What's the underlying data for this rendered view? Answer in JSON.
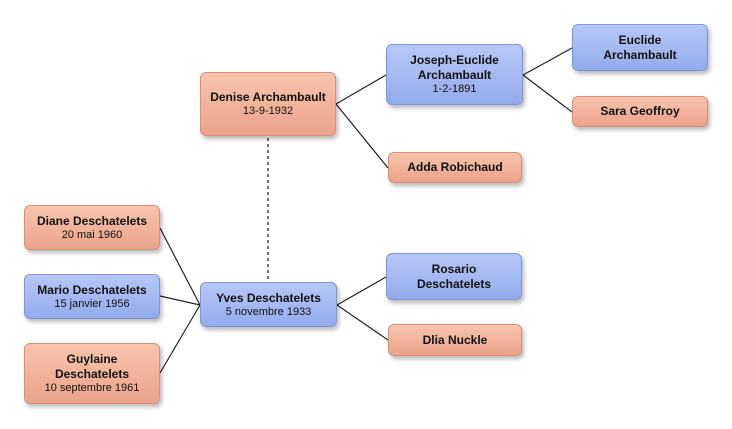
{
  "people": {
    "denise": {
      "name": "Denise Archambault",
      "date": "13-9-1932",
      "sex": "female"
    },
    "joseph": {
      "name": "Joseph-Euclide Archambault",
      "date": "1-2-1891",
      "sex": "male"
    },
    "euclide": {
      "name": "Euclide Archambault",
      "date": "",
      "sex": "male"
    },
    "sara": {
      "name": "Sara Geoffroy",
      "date": "",
      "sex": "female"
    },
    "adda": {
      "name": "Adda Robichaud",
      "date": "",
      "sex": "female"
    },
    "yves": {
      "name": "Yves Deschatelets",
      "date": "5 novembre 1933",
      "sex": "male"
    },
    "rosario": {
      "name": "Rosario Deschatelets",
      "date": "",
      "sex": "male"
    },
    "dlia": {
      "name": "Dlia Nuckle",
      "date": "",
      "sex": "female"
    },
    "diane": {
      "name": "Diane Deschatelets",
      "date": "20 mai 1960",
      "sex": "female"
    },
    "mario": {
      "name": "Mario Deschatelets",
      "date": "15 janvier 1956",
      "sex": "male"
    },
    "guylaine": {
      "name": "Guylaine Deschatelets",
      "date": "10 septembre 1961",
      "sex": "female"
    }
  },
  "colors": {
    "female": "#f0ad93",
    "male": "#a3b8f0",
    "connector": "#222222"
  }
}
